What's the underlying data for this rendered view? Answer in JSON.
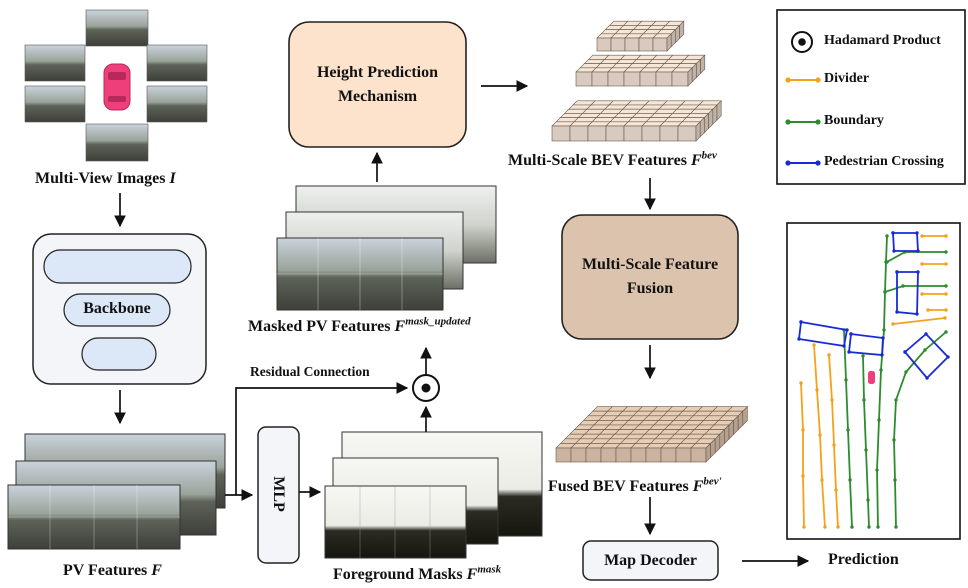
{
  "multi_view_images": {
    "label": "Multi-View Images ",
    "symbol": "I"
  },
  "backbone": {
    "label": "Backbone"
  },
  "pv_features": {
    "label": "PV Features ",
    "symbol": "F"
  },
  "mlp": {
    "label": "MLP"
  },
  "residual": {
    "label": "Residual Connection"
  },
  "foreground_masks": {
    "label": "Foreground Masks ",
    "symbol": "F",
    "sup": "mask"
  },
  "masked_pv": {
    "label": "Masked PV Features ",
    "symbol": "F",
    "sup": "mask_updated"
  },
  "height_prediction": {
    "line1": "Height Prediction",
    "line2": "Mechanism"
  },
  "multi_scale_bev": {
    "label": "Multi-Scale BEV Features ",
    "symbol": "F",
    "sup": "bev"
  },
  "fusion": {
    "line1": "Multi-Scale Feature",
    "line2": "Fusion"
  },
  "fused_bev": {
    "label": "Fused BEV Features ",
    "symbol": "F",
    "sup": "bev'"
  },
  "map_decoder": {
    "label": "Map Decoder"
  },
  "prediction": {
    "label": "Prediction"
  },
  "legend": {
    "hadamard": "Hadamard Product",
    "divider": "Divider",
    "boundary": "Boundary",
    "pedestrian": "Pedestrian Crossing"
  },
  "colors": {
    "height_box": "#fde3cc",
    "fusion_box": "#dcc3ad",
    "bev_cube": "#f5e6d8",
    "fused_cube": "#e6cdb6",
    "divider": "#f5a21b",
    "boundary": "#2e8b2e",
    "pedestrian": "#1a2bd6",
    "car": "#ee3f7a"
  }
}
